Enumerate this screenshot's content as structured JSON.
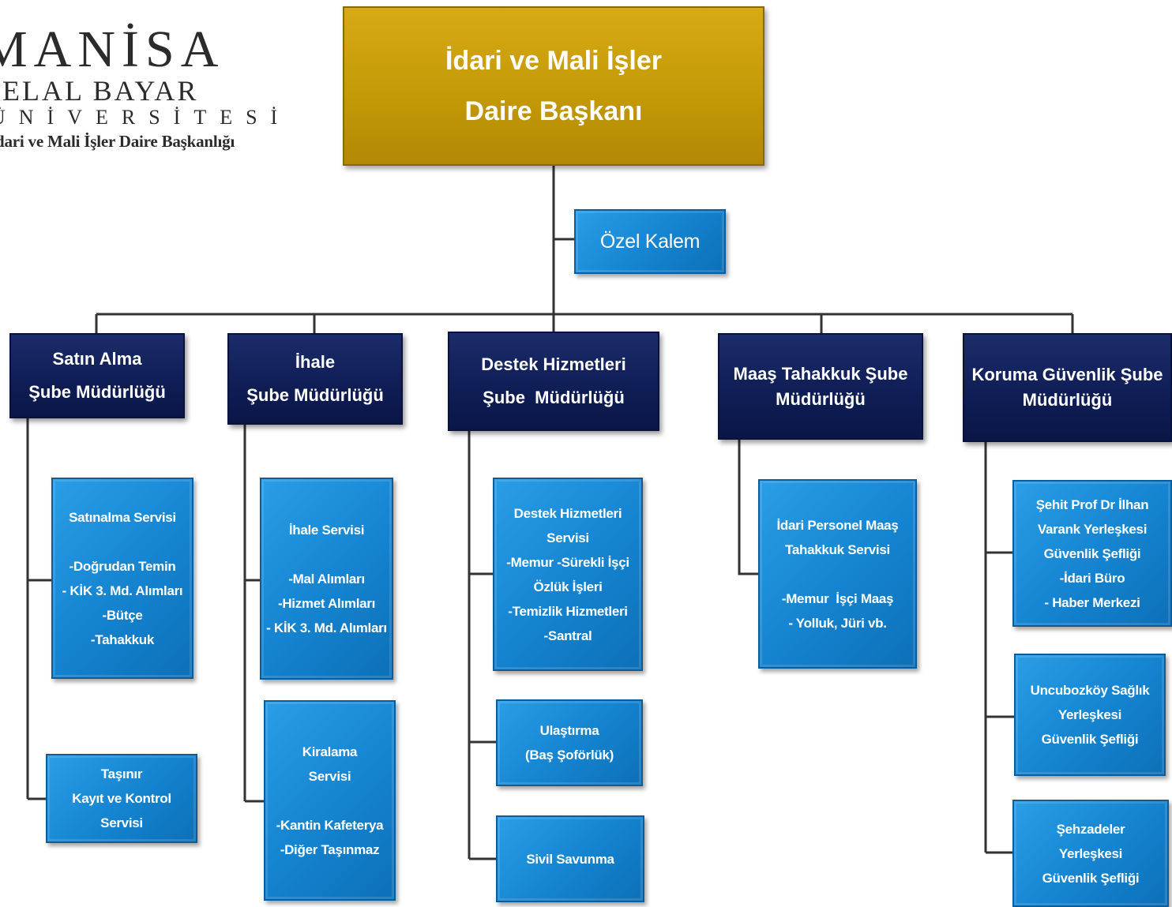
{
  "logo": {
    "line1": "MANİSA",
    "line2": "CELAL BAYAR",
    "line3": "ÜNİVERSİTESİ",
    "line4": "İdari ve Mali İşler Daire Başkanlığı"
  },
  "colors": {
    "head": "#c49a07",
    "branch": "#0f1d55",
    "service": "#1483d0",
    "line": "#333333"
  },
  "head": {
    "line1": "İdari ve Mali İşler",
    "line2": "Daire Başkanı"
  },
  "ozel_kalem": {
    "label": "Özel Kalem"
  },
  "branches": {
    "satin_alma": {
      "lines": [
        "Satın Alma",
        "Şube Müdürlüğü"
      ],
      "services": [
        {
          "lines": [
            "Satınalma Servisi",
            "",
            "-Doğrudan Temin",
            "- KİK 3. Md. Alımları",
            "-Bütçe",
            "-Tahakkuk"
          ]
        },
        {
          "lines": [
            "Taşınır",
            "Kayıt ve Kontrol",
            "Servisi"
          ]
        }
      ]
    },
    "ihale": {
      "lines": [
        "İhale",
        "Şube Müdürlüğü"
      ],
      "services": [
        {
          "lines": [
            "İhale Servisi",
            "",
            "-Mal Alımları",
            "-Hizmet Alımları",
            "- KİK 3. Md. Alımları"
          ]
        },
        {
          "lines": [
            "Kiralama",
            "Servisi",
            "",
            "-Kantin Kafeterya",
            "-Diğer Taşınmaz"
          ]
        }
      ]
    },
    "destek": {
      "lines": [
        "Destek Hizmetleri",
        "Şube  Müdürlüğü"
      ],
      "services": [
        {
          "lines": [
            "Destek Hizmetleri",
            "Servisi",
            "-Memur -Sürekli İşçi",
            "Özlük İşleri",
            "-Temizlik Hizmetleri",
            "-Santral"
          ]
        },
        {
          "lines": [
            "Ulaştırma",
            "(Baş Şoförlük)"
          ]
        },
        {
          "lines": [
            "Sivil Savunma"
          ]
        }
      ]
    },
    "maas": {
      "lines": [
        "Maaş Tahakkuk Şube",
        "Müdürlüğü"
      ],
      "services": [
        {
          "lines": [
            "İdari Personel Maaş",
            "Tahakkuk Servisi",
            "",
            "-Memur  İşçi Maaş",
            "- Yolluk, Jüri vb."
          ]
        }
      ]
    },
    "koruma": {
      "lines": [
        "Koruma Güvenlik Şube",
        "Müdürlüğü"
      ],
      "services": [
        {
          "lines": [
            "Şehit Prof Dr İlhan",
            "Varank Yerleşkesi",
            "Güvenlik Şefliği",
            "-İdari Büro",
            "- Haber Merkezi"
          ]
        },
        {
          "lines": [
            "Uncubozköy Sağlık",
            "Yerleşkesi",
            "Güvenlik Şefliği"
          ]
        },
        {
          "lines": [
            "Şehzadeler",
            "Yerleşkesi",
            "Güvenlik Şefliği"
          ]
        }
      ]
    }
  }
}
